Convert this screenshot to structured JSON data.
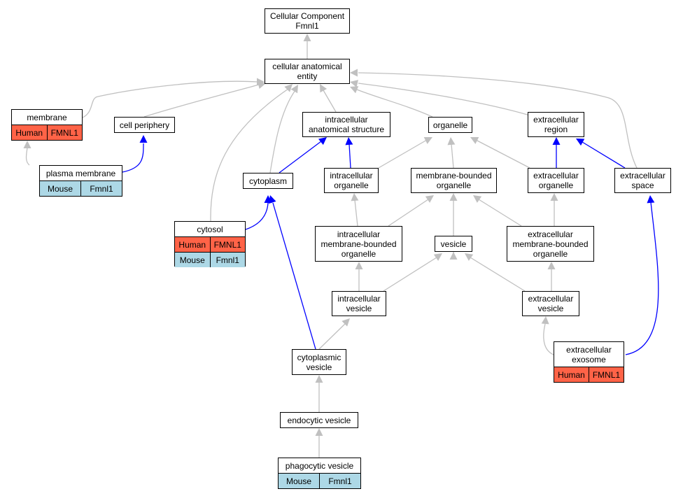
{
  "colors": {
    "is_a_edge": "#c0c0c0",
    "part_of_edge": "#0000ff",
    "human": "#ff6347",
    "mouse": "#add8e6"
  },
  "nodes": {
    "root": {
      "line1": "Cellular Component",
      "line2": "Fmnl1"
    },
    "cae": {
      "line1": "cellular anatomical",
      "line2": "entity"
    },
    "membrane": {
      "line1": "membrane",
      "line2": ""
    },
    "cell_periphery": {
      "line1": "cell periphery",
      "line2": ""
    },
    "ias": {
      "line1": "intracellular",
      "line2": "anatomical structure"
    },
    "organelle": {
      "line1": "organelle",
      "line2": ""
    },
    "ext_region": {
      "line1": "extracellular",
      "line2": "region"
    },
    "plasma_membrane": {
      "line1": "plasma membrane",
      "line2": ""
    },
    "cytoplasm": {
      "line1": "cytoplasm",
      "line2": ""
    },
    "intra_org": {
      "line1": "intracellular",
      "line2": "organelle"
    },
    "mb_org": {
      "line1": "membrane-bounded",
      "line2": "organelle"
    },
    "ext_org": {
      "line1": "extracellular",
      "line2": "organelle"
    },
    "ext_space": {
      "line1": "extracellular",
      "line2": "space"
    },
    "cytosol": {
      "line1": "cytosol",
      "line2": ""
    },
    "intra_mb_org": {
      "line1": "intracellular",
      "line2": "membrane-bounded",
      "line3": "organelle"
    },
    "vesicle": {
      "line1": "vesicle",
      "line2": ""
    },
    "ext_mb_org": {
      "line1": "extracellular",
      "line2": "membrane-bounded",
      "line3": "organelle"
    },
    "intra_ves": {
      "line1": "intracellular",
      "line2": "vesicle"
    },
    "ext_ves": {
      "line1": "extracellular",
      "line2": "vesicle"
    },
    "cyto_ves": {
      "line1": "cytoplasmic",
      "line2": "vesicle"
    },
    "exosome": {
      "line1": "extracellular",
      "line2": "exosome"
    },
    "endo_ves": {
      "line1": "endocytic vesicle",
      "line2": ""
    },
    "phago_ves": {
      "line1": "phagocytic vesicle",
      "line2": ""
    }
  },
  "annotations": {
    "membrane": [
      {
        "species": "Human",
        "gene": "FMNL1"
      }
    ],
    "plasma_membrane": [
      {
        "species": "Mouse",
        "gene": "Fmnl1"
      }
    ],
    "cytosol": [
      {
        "species": "Human",
        "gene": "FMNL1"
      },
      {
        "species": "Mouse",
        "gene": "Fmnl1"
      }
    ],
    "exosome": [
      {
        "species": "Human",
        "gene": "FMNL1"
      }
    ],
    "phago_ves": [
      {
        "species": "Mouse",
        "gene": "Fmnl1"
      }
    ]
  }
}
